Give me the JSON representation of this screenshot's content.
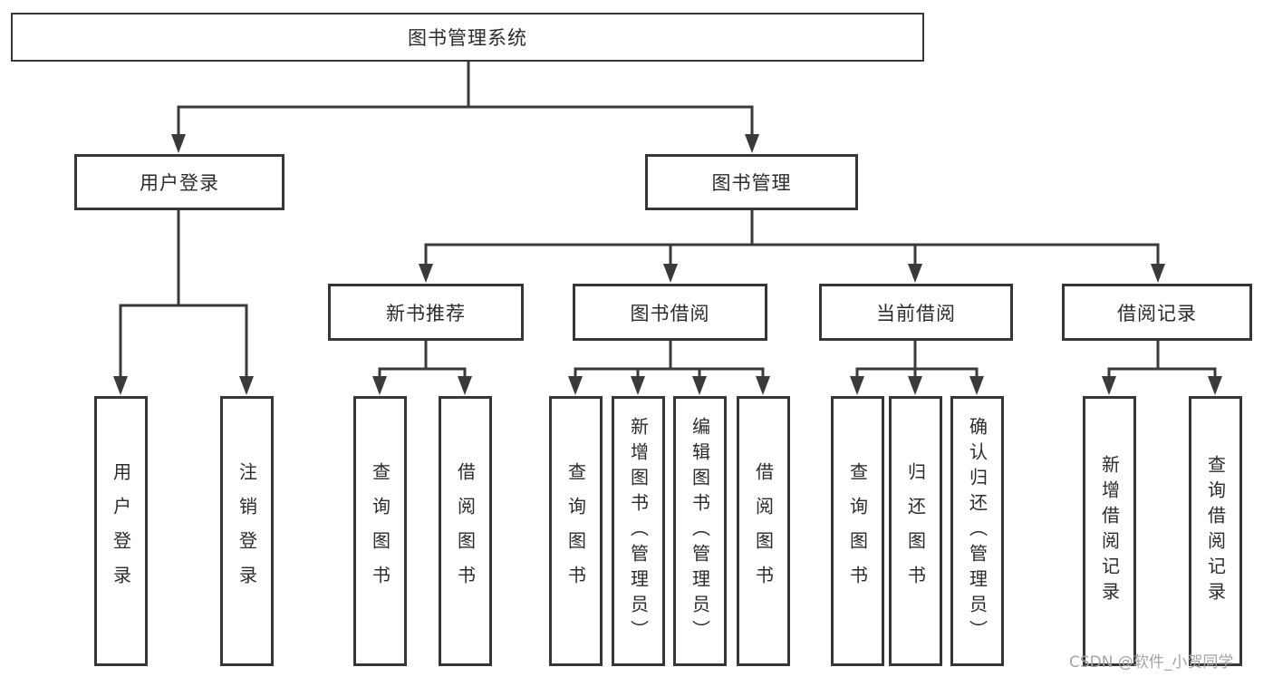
{
  "colors": {
    "line": "#3a3a3a",
    "box_border": "#373737",
    "text": "#2b2b2b",
    "watermark_text": "#a3a3a3",
    "background": "#ffffff"
  },
  "watermark": {
    "text": "CSDN @软件_小贺同学"
  },
  "tree": {
    "label": "图书管理系统",
    "children": [
      {
        "label": "用户登录",
        "children": [
          {
            "label": "用户登录"
          },
          {
            "label": "注销登录"
          }
        ]
      },
      {
        "label": "图书管理",
        "children": [
          {
            "label": "新书推荐",
            "children": [
              {
                "label": "查询图书"
              },
              {
                "label": "借阅图书"
              }
            ]
          },
          {
            "label": "图书借阅",
            "children": [
              {
                "label": "查询图书"
              },
              {
                "label": "新增图书（管理员）"
              },
              {
                "label": "编辑图书（管理员）"
              },
              {
                "label": "借阅图书"
              }
            ]
          },
          {
            "label": "当前借阅",
            "children": [
              {
                "label": "查询图书"
              },
              {
                "label": "归还图书"
              },
              {
                "label": "确认归还（管理员）"
              }
            ]
          },
          {
            "label": "借阅记录",
            "children": [
              {
                "label": "新增借阅记录"
              },
              {
                "label": "查询借阅记录"
              }
            ]
          }
        ]
      }
    ]
  }
}
